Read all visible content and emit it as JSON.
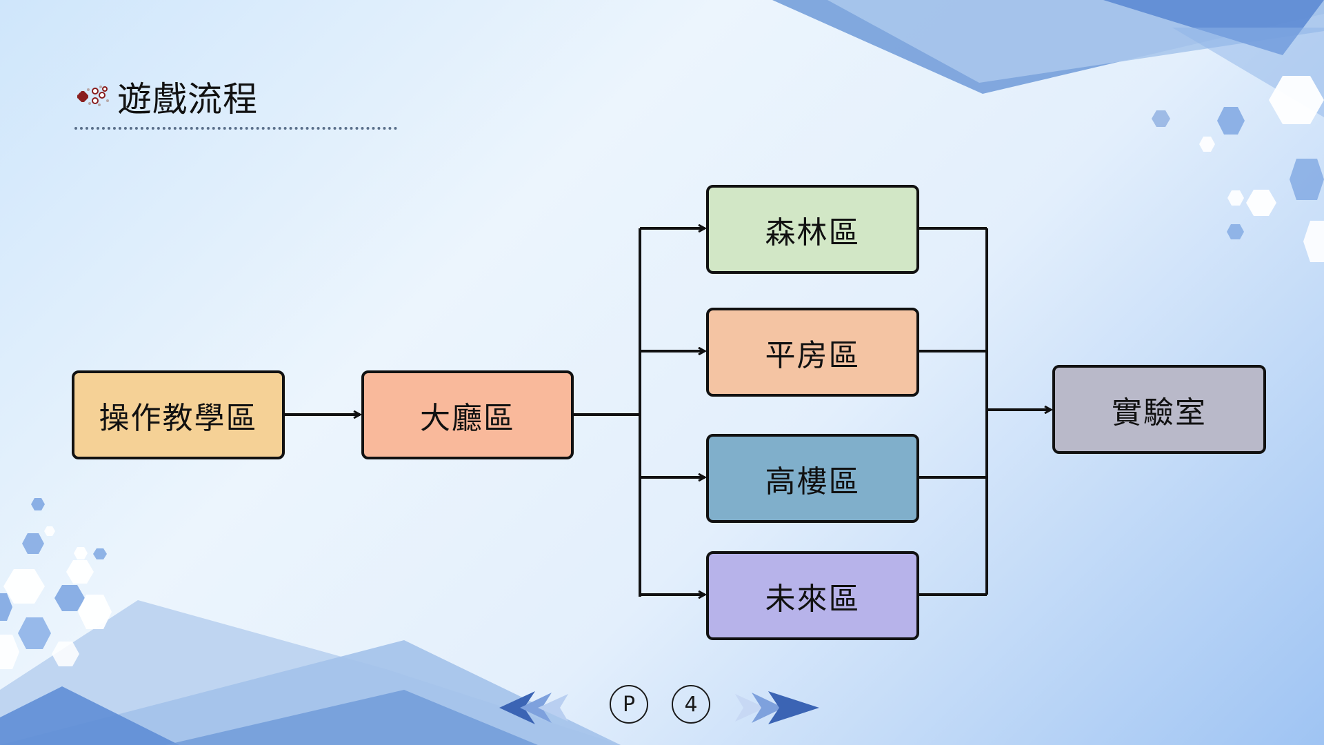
{
  "slide": {
    "title": "遊戲流程",
    "icon": "game-controller-icon"
  },
  "nodes": {
    "tutorial": "操作教學區",
    "lobby": "大廳區",
    "forest": "森林區",
    "bungalow": "平房區",
    "highrise": "高樓區",
    "future": "未來區",
    "lab": "實驗室"
  },
  "colors": {
    "tutorial": "#f5d196",
    "lobby": "#f9b99b",
    "forest": "#d2e7c6",
    "bungalow": "#f4c4a3",
    "highrise": "#80afcb",
    "future": "#b7b3ea",
    "lab": "#b9b9c9"
  },
  "pager": {
    "prefix": "P",
    "page": "4",
    "prev_icon": "chevrons-left-icon",
    "next_icon": "chevrons-right-icon"
  }
}
